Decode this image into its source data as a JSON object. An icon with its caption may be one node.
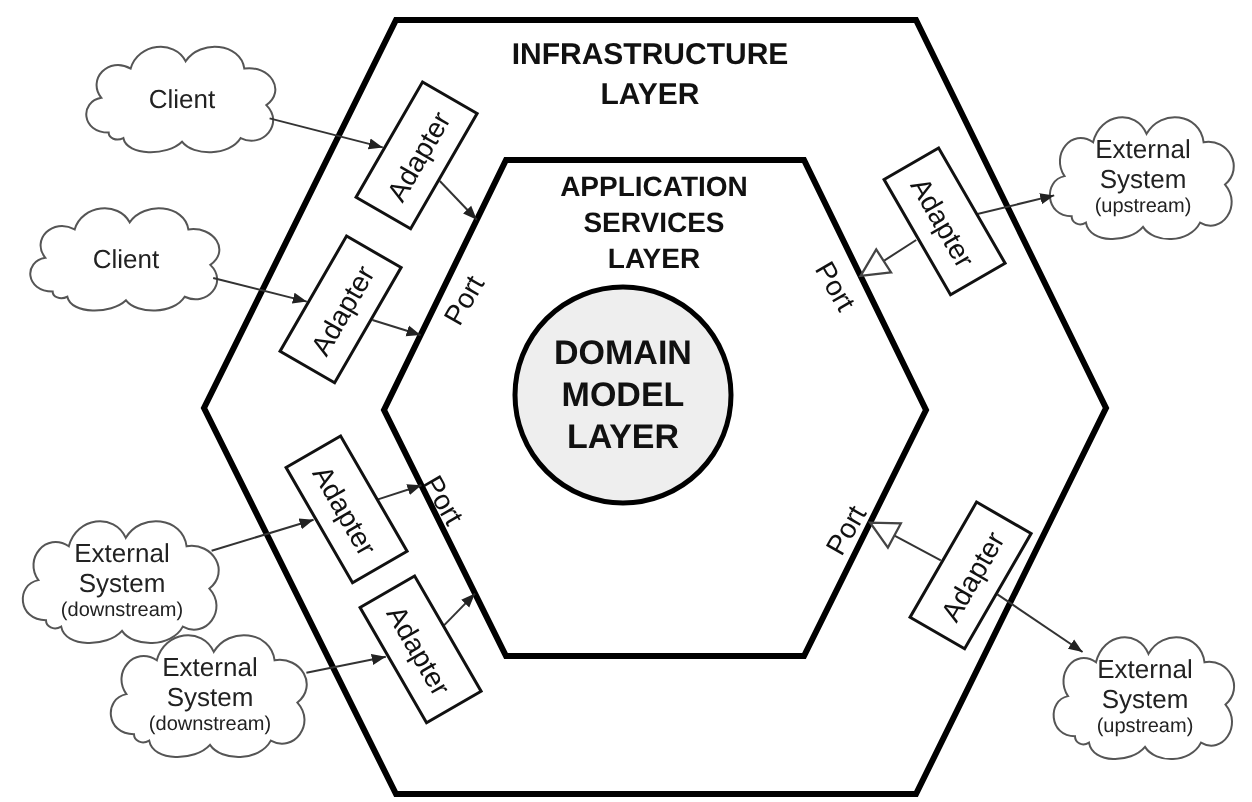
{
  "diagram": {
    "nodes": [
      {
        "text": [
          "INFRASTRUCTURE LAYER"
        ]
      },
      {
        "text": [
          "APPLICATION SERVICES LAYER"
        ],
        "in": 0
      },
      {
        "text": [
          "DOMAIN MODEL LAYER"
        ],
        "in": 1
      },
      {
        "text": [
          "Client"
        ]
      },
      {
        "text": [
          "Client"
        ]
      },
      {
        "text": [
          "External System",
          "(upstream)"
        ]
      },
      {
        "text": [
          "External System",
          "(downstream)"
        ]
      },
      {
        "text": [
          "External System",
          "(downstream)"
        ]
      },
      {
        "text": [
          "External System",
          "(upstream)"
        ]
      },
      {
        "text": [
          "Adapter"
        ],
        "in": 0
      },
      {
        "text": [
          "Adapter"
        ],
        "in": 0
      },
      {
        "text": [
          "Adapter"
        ],
        "in": 0
      },
      {
        "text": [
          "Adapter"
        ],
        "in": 0
      },
      {
        "text": [
          "Adapter"
        ],
        "in": 0
      },
      {
        "text": [
          "Adapter"
        ],
        "in": 0
      }
    ],
    "edges": [
      {
        "from": 3,
        "to": 9,
        "arrow": "to"
      },
      {
        "from": 9,
        "to": 1,
        "arrow": "to"
      },
      {
        "from": 4,
        "to": 10,
        "arrow": "to"
      },
      {
        "from": 10,
        "to": 1,
        "arrow": "to"
      },
      {
        "from": 11,
        "to": 5,
        "arrow": "to"
      },
      {
        "from": 11,
        "to": 1,
        "arrow": "to"
      },
      {
        "from": 6,
        "to": 12,
        "arrow": "to"
      },
      {
        "from": 12,
        "to": 1,
        "arrow": "to"
      },
      {
        "from": 7,
        "to": 13,
        "arrow": "to"
      },
      {
        "from": 13,
        "to": 1,
        "arrow": "to"
      },
      {
        "from": 14,
        "to": 1,
        "arrow": "to"
      },
      {
        "from": 14,
        "to": 8,
        "arrow": "to"
      }
    ],
    "labels": [
      "Port",
      "Port",
      "Port",
      "Port"
    ]
  }
}
